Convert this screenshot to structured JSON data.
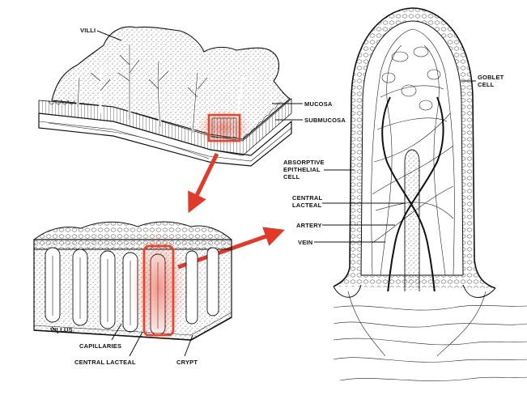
{
  "labels": {
    "villi": "VILLI",
    "mucosa": "MUCOSA",
    "submucosa": "SUBMUCOSA",
    "goblet_1": "GOBLET",
    "goblet_2": "CELL",
    "absorptive_1": "ABSORPTIVE",
    "absorptive_2": "EPITHELIAL",
    "absorptive_3": "CELL",
    "central_lacteal_1": "CENTRAL",
    "central_lacteal_2": "LACTEAL",
    "artery": "ARTERY",
    "vein": "VEIN",
    "villus": "VILLUS",
    "capillaries": "CAPILLARIES",
    "central_lacteal_bottom": "CENTRAL LACTEAL",
    "crypt": "CRYPT"
  },
  "colors": {
    "arrow": "#e03a2a",
    "highlight": "#e6452f",
    "ink": "#111111"
  }
}
